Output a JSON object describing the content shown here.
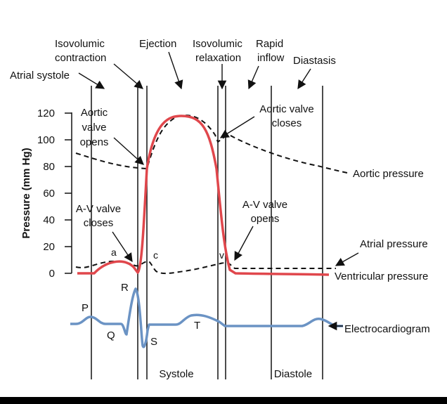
{
  "phase_labels": {
    "atrial_systole": "Atrial systole",
    "isovolumic_contraction_1": "Isovolumic",
    "isovolumic_contraction_2": "contraction",
    "ejection": "Ejection",
    "isovolumic_relaxation_1": "Isovolumic",
    "isovolumic_relaxation_2": "relaxation",
    "rapid_inflow_1": "Rapid",
    "rapid_inflow_2": "inflow",
    "diastasis": "Diastasis"
  },
  "axis": {
    "ylabel": "Pressure (mm Hg)",
    "ticks": [
      "120",
      "100",
      "80",
      "60",
      "40",
      "20",
      "0"
    ]
  },
  "annotations": {
    "aortic_valve_opens": [
      "Aortic",
      "valve",
      "opens"
    ],
    "aortic_valve_closes": [
      "Aortic valve",
      "closes"
    ],
    "av_valve_closes": [
      "A-V valve",
      "closes"
    ],
    "av_valve_opens": [
      "A-V valve",
      "opens"
    ],
    "wave_a": "a",
    "wave_c": "c",
    "wave_v": "v"
  },
  "curve_labels": {
    "aortic_pressure": "Aortic pressure",
    "atrial_pressure": "Atrial pressure",
    "ventricular_pressure": "Ventricular pressure",
    "electrocardiogram": "Electrocardiogram"
  },
  "ecg_labels": {
    "p": "P",
    "q": "Q",
    "r": "R",
    "s": "S",
    "t": "T"
  },
  "bottom_labels": {
    "systole": "Systole",
    "diastole": "Diastole"
  },
  "colors": {
    "ventricular": "#e0474c",
    "ecg": "#6b93c4",
    "lines": "#111111",
    "background": "#ffffff"
  }
}
